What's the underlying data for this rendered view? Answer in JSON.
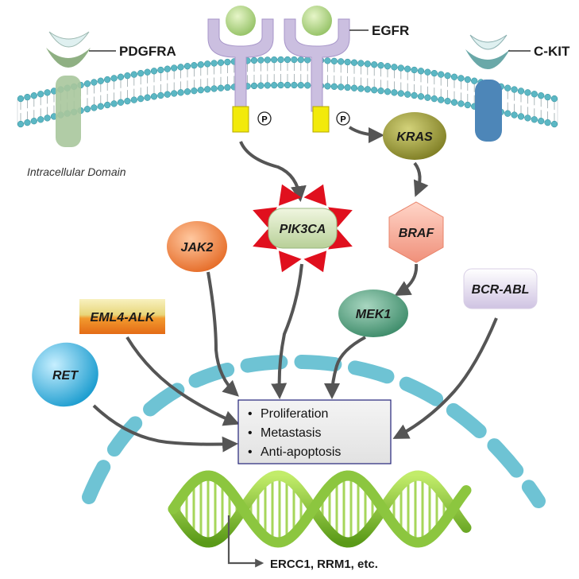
{
  "receptors": {
    "pdgfra": "PDGFRA",
    "egfr": "EGFR",
    "ckit": "C-KIT"
  },
  "phospho": "P",
  "domain_label": "Intracellular Domain",
  "nodes": {
    "kras": "KRAS",
    "pik3ca": "PIK3CA",
    "braf": "BRAF",
    "jak2": "JAK2",
    "mek1": "MEK1",
    "bcr_abl": "BCR-ABL",
    "eml4_alk": "EML4-ALK",
    "ret": "RET"
  },
  "outcomes": [
    "Proliferation",
    "Metastasis",
    "Anti-apoptosis"
  ],
  "bullet": "•",
  "dna_label": "ERCC1, RRM1, etc.",
  "colors": {
    "membrane_head": "#5bb7c4",
    "arrow": "#555555",
    "nucleus": "#6ec3d4",
    "pik3ca_star": "#e0101e",
    "box_border": "#23237a",
    "dna": "#8cc63f"
  }
}
